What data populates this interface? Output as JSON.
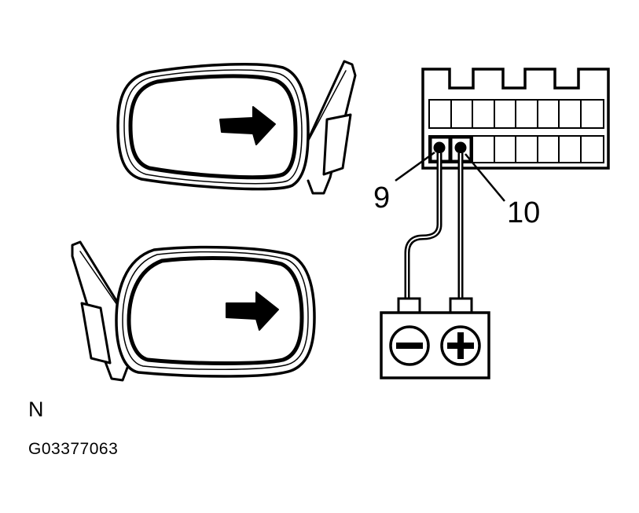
{
  "labels": {
    "pin_9": "9",
    "pin_10": "10"
  },
  "battery": {
    "negative_icon": "minus-sign-icon",
    "positive_icon": "plus-sign-icon"
  },
  "caption": {
    "view_code": "N",
    "figure_id": "G03377063"
  },
  "colors": {
    "line": "#000000",
    "background": "#ffffff",
    "shade": "#bdbdbd"
  }
}
